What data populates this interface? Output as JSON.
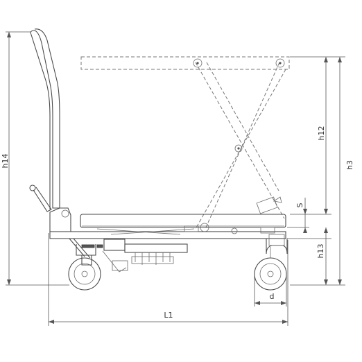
{
  "dimensions": {
    "h14": "h14",
    "h12": "h12",
    "h3": "h3",
    "s": "S",
    "h13": "h13",
    "d": "d",
    "l1": "L1"
  }
}
